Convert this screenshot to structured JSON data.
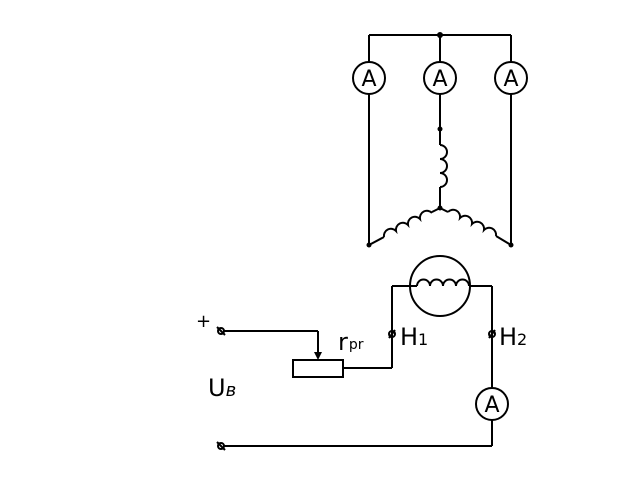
{
  "meter_letter": "A",
  "labels": {
    "plus": "+",
    "supply_main": "U",
    "supply_sub": "в",
    "rheostat_main": "r",
    "rheostat_sub": "pr",
    "terminal_h1_main": "H",
    "terminal_h1_sub": "1",
    "terminal_h2_main": "H",
    "terminal_h2_sub": "2"
  }
}
